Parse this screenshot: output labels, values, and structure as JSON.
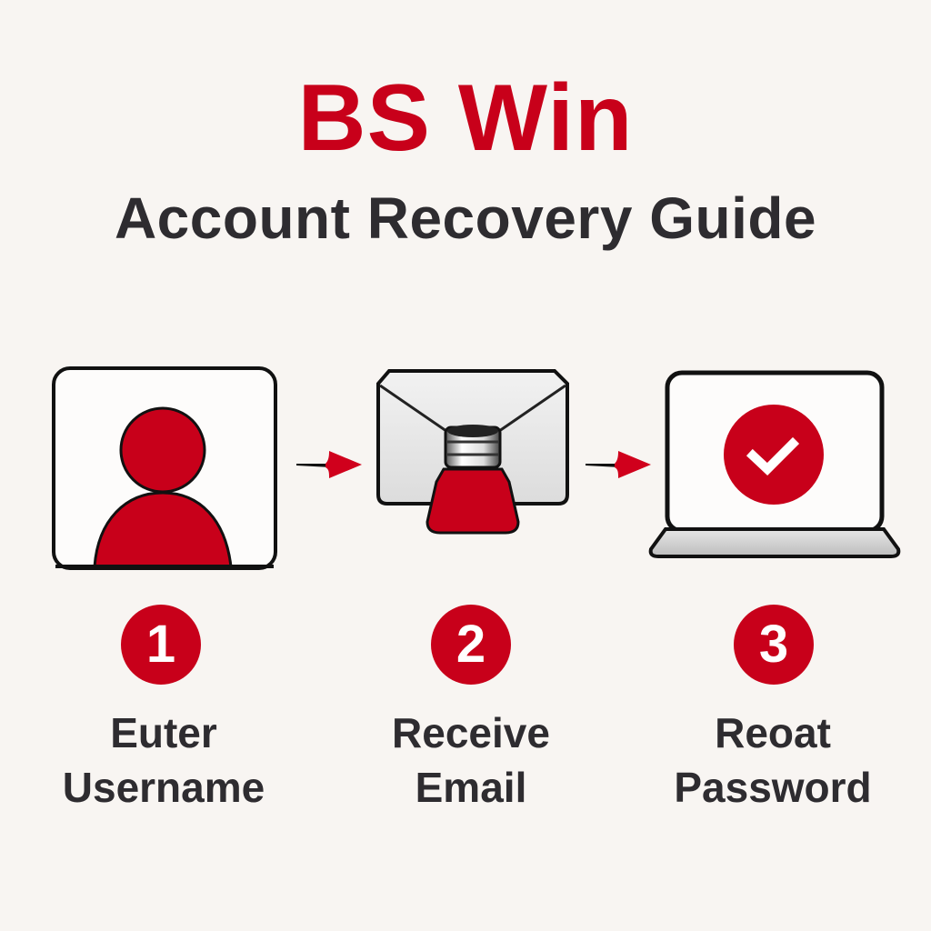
{
  "header": {
    "brand": "BS Win",
    "title": "Account Recovery Guide"
  },
  "colors": {
    "brand_red": "#c8001a",
    "text_dark": "#2e2c30",
    "background": "#f8f5f2",
    "outline": "#111111"
  },
  "steps": [
    {
      "number": "1",
      "icon": "user-profile-icon",
      "label_line1": "Euter",
      "label_line2": "Username"
    },
    {
      "number": "2",
      "icon": "envelope-icon",
      "label_line1": "Receive",
      "label_line2": "Email"
    },
    {
      "number": "3",
      "icon": "laptop-checkmark-icon",
      "label_line1": "Reoat",
      "label_line2": "Password"
    }
  ],
  "connectors": [
    "arrow-right-icon",
    "arrow-right-icon"
  ]
}
